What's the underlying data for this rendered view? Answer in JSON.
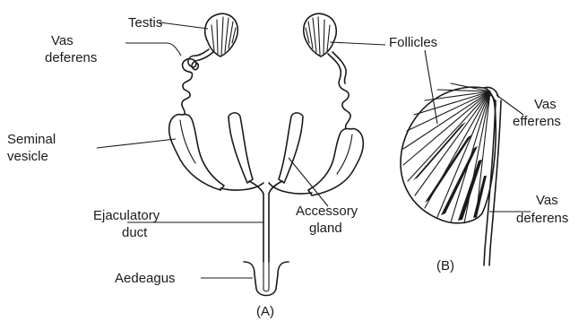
{
  "figure_a": {
    "caption": "(A)",
    "labels": {
      "testis": "Testis",
      "vas_deferens_line1": "Vas",
      "vas_deferens_line2": "deferens",
      "seminal_vesicle_line1": "Seminal",
      "seminal_vesicle_line2": "vesicle",
      "ejaculatory_duct_line1": "Ejaculatory",
      "ejaculatory_duct_line2": "duct",
      "accessory_gland_line1": "Accessory",
      "accessory_gland_line2": "gland",
      "aedeagus": "Aedeagus",
      "follicles": "Follicles"
    }
  },
  "figure_b": {
    "caption": "(B)",
    "labels": {
      "vas_efferens_line1": "Vas",
      "vas_efferens_line2": "efferens",
      "vas_deferens_line1": "Vas",
      "vas_deferens_line2": "deferens"
    }
  }
}
